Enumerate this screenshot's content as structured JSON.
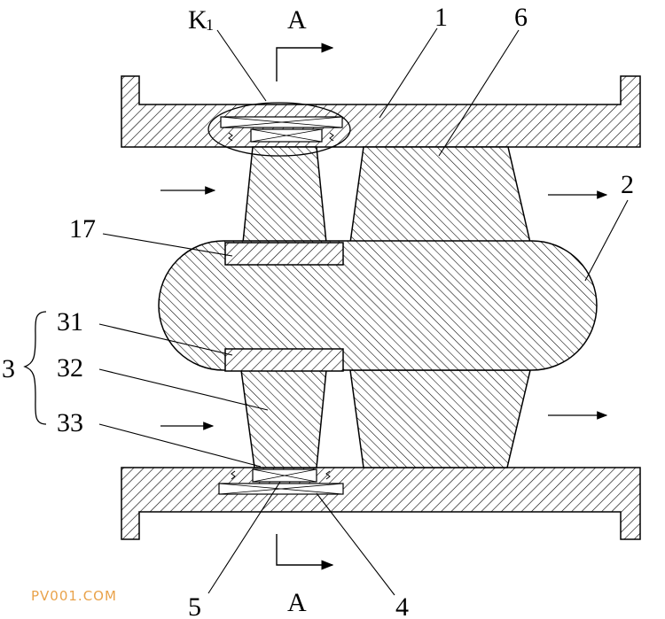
{
  "diagram": {
    "labels": {
      "k1": "K",
      "k1_sub": "1",
      "section_top": "A",
      "section_bottom": "A",
      "n1": "1",
      "n6": "6",
      "n2": "2",
      "n17": "17",
      "n3": "3",
      "n31": "31",
      "n32": "32",
      "n33": "33",
      "n5": "5",
      "n4": "4"
    },
    "watermark": "PV001.COM",
    "colors": {
      "ink": "#000000",
      "watermark": "#e9a24a",
      "background": "#ffffff"
    }
  }
}
